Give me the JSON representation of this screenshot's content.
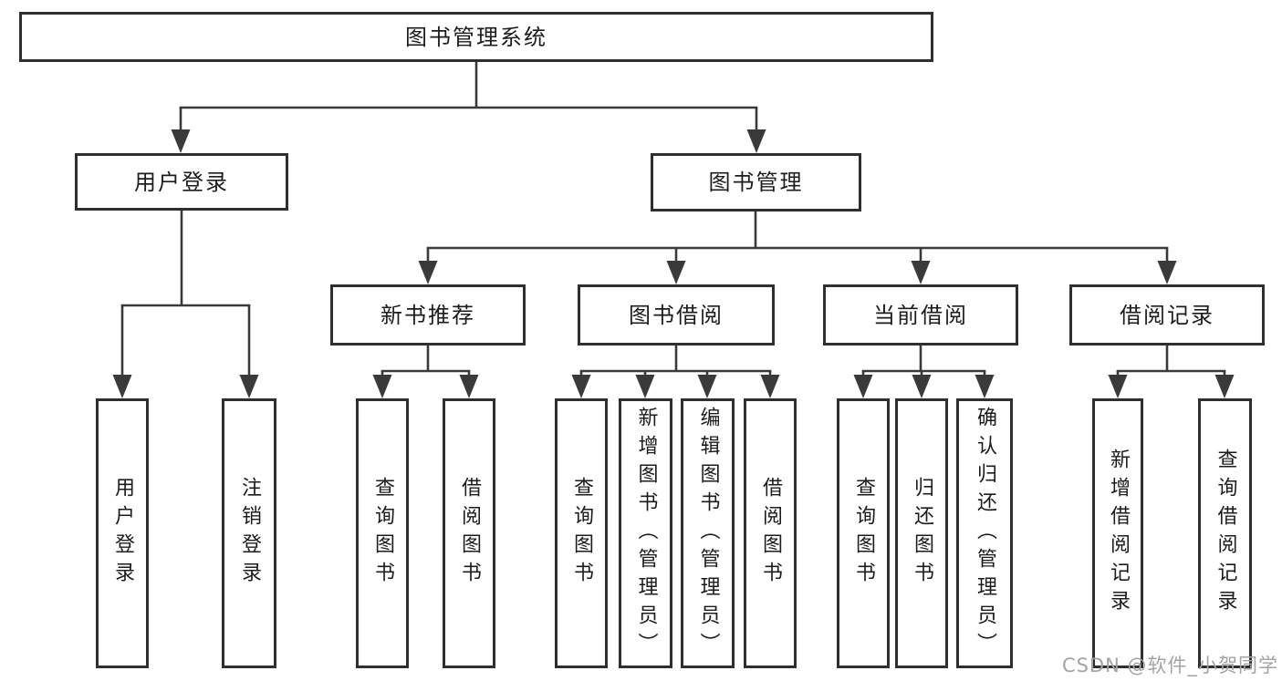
{
  "title": "图书管理系统",
  "watermark": "CSDN @软件_小贺同学",
  "colors": {
    "line": "#3a3a3a",
    "box_border": "#2f2f2f",
    "text": "#1c1c1c",
    "background": "#ffffff",
    "watermark": "#a3a3a3"
  },
  "nodes": {
    "root": "图书管理系统",
    "user_login": "用户登录",
    "book_mgmt": "图书管理",
    "new_books": "新书推荐",
    "book_borrow": "图书借阅",
    "current_borrow": "当前借阅",
    "borrow_records": "借阅记录",
    "leaf_user_login": "用户登录",
    "leaf_logout": "注销登录",
    "leaf_nb_query": "查询图书",
    "leaf_nb_borrow": "借阅图书",
    "leaf_bb_query": "查询图书",
    "leaf_bb_add": "新增图书（管理员）",
    "leaf_bb_edit": "编辑图书（管理员）",
    "leaf_bb_borrow": "借阅图书",
    "leaf_cb_query": "查询图书",
    "leaf_cb_return": "归还图书",
    "leaf_cb_confirm": "确认归还（管理员）",
    "leaf_rec_add": "新增借阅记录",
    "leaf_rec_query": "查询借阅记录"
  },
  "hierarchy": {
    "图书管理系统": {
      "用户登录": [
        "用户登录",
        "注销登录"
      ],
      "图书管理": {
        "新书推荐": [
          "查询图书",
          "借阅图书"
        ],
        "图书借阅": [
          "查询图书",
          "新增图书（管理员）",
          "编辑图书（管理员）",
          "借阅图书"
        ],
        "当前借阅": [
          "查询图书",
          "归还图书",
          "确认归还（管理员）"
        ],
        "借阅记录": [
          "新增借阅记录",
          "查询借阅记录"
        ]
      }
    }
  }
}
